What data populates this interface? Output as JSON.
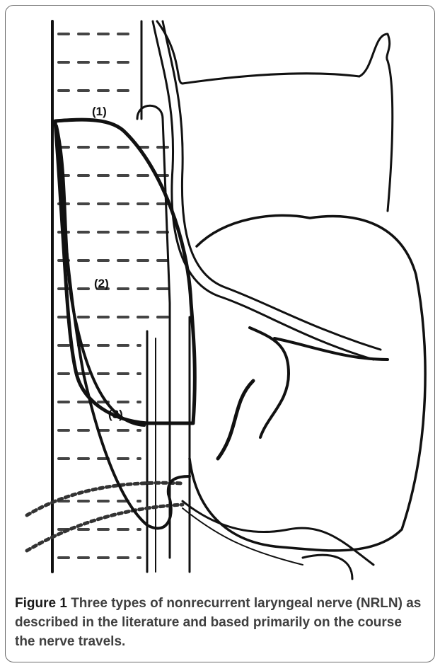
{
  "figure": {
    "route_labels": [
      "(1)",
      "(2)",
      "(3)"
    ]
  },
  "caption": {
    "label": "Figure 1",
    "text": "Three types of nonrecurrent laryngeal nerve (NRLN) as described in the literature and based primarily on the course the nerve travels."
  }
}
